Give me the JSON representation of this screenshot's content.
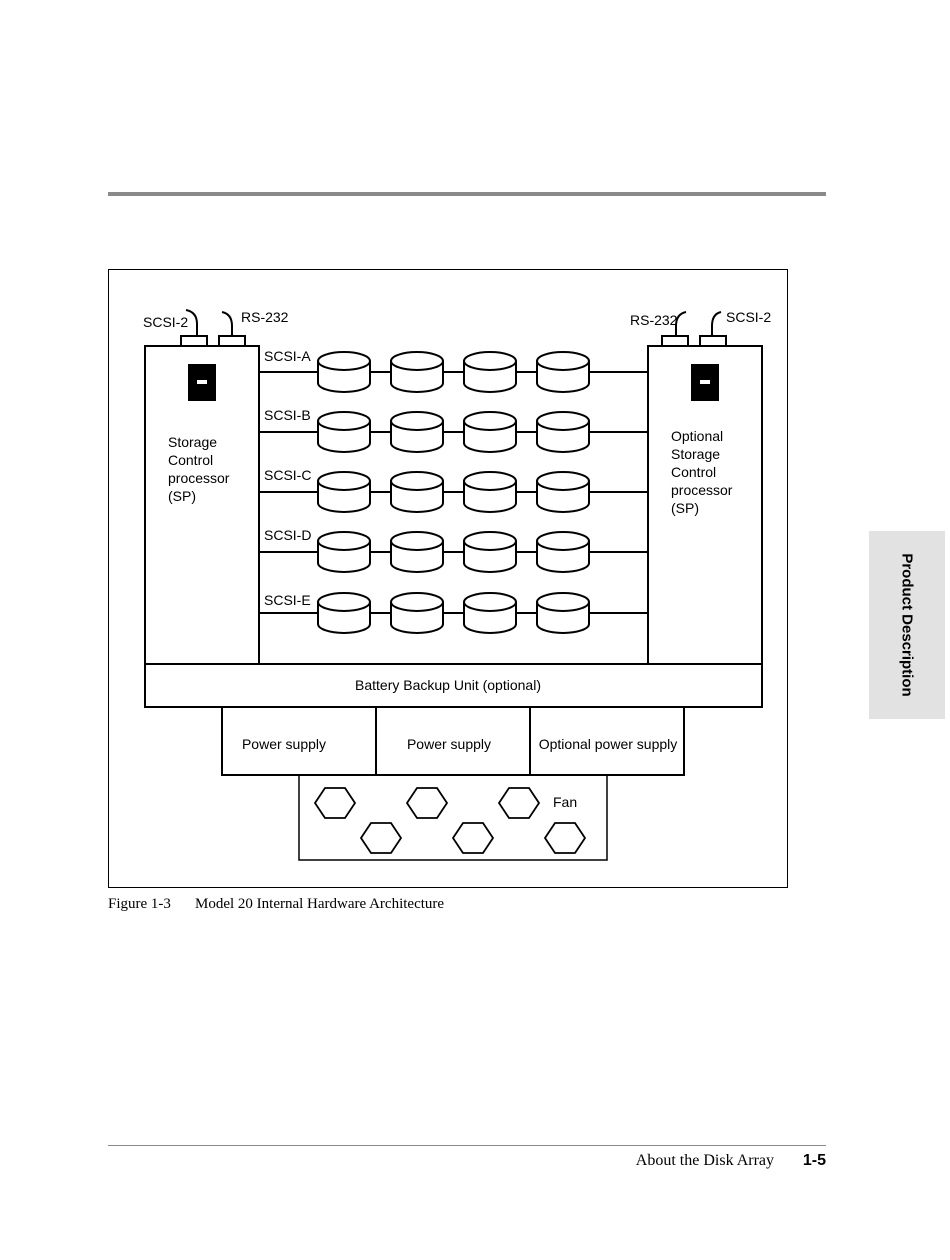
{
  "figure": {
    "number": "Figure 1-3",
    "title": "Model 20 Internal Hardware Architecture",
    "labels": {
      "scsi2_left": "SCSI-2",
      "rs232_left": "RS-232",
      "rs232_right": "RS-232",
      "scsi2_right": "SCSI-2",
      "sp_left": [
        "Storage",
        "Control",
        "processor",
        "(SP)"
      ],
      "sp_right": [
        "Optional",
        "Storage",
        "Control",
        "processor",
        "(SP)"
      ],
      "bus_labels": [
        "SCSI-A",
        "SCSI-B",
        "SCSI-C",
        "SCSI-D",
        "SCSI-E"
      ],
      "battery": "Battery Backup Unit (optional)",
      "power_supplies": [
        "Power supply",
        "Power supply",
        "Optional power supply"
      ],
      "fan": "Fan"
    }
  },
  "side_tab": {
    "label": "Product Description"
  },
  "footer": {
    "section": "About the Disk Array",
    "page": "1-5"
  }
}
